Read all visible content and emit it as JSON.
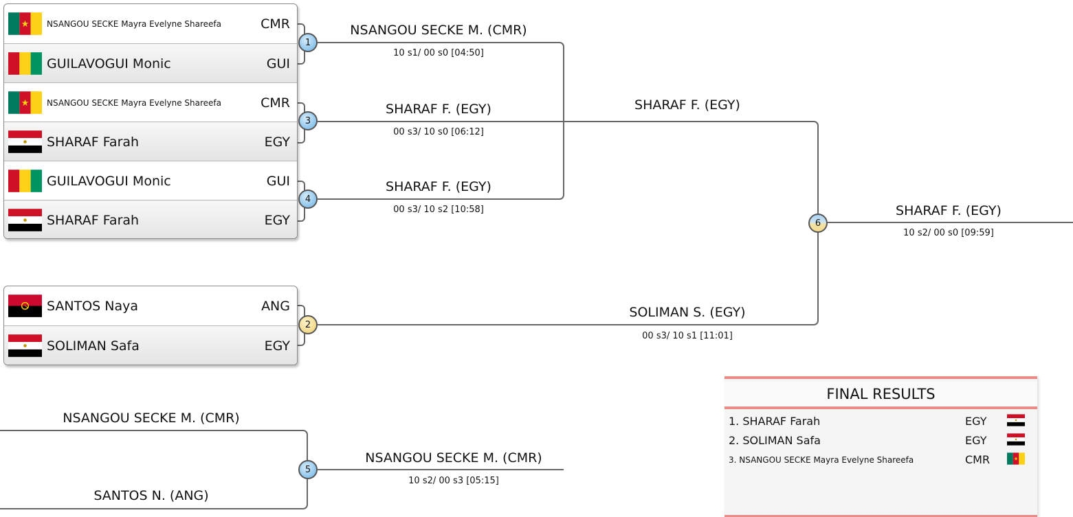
{
  "bracket": {
    "box1": [
      {
        "name": "NSANGOU SECKE Mayra Evelyne Shareefa",
        "code": "CMR",
        "flag": "cameroon-flag"
      },
      {
        "name": "GUILAVOGUI Monic",
        "code": "GUI",
        "flag": "guinea-flag"
      },
      {
        "name": "NSANGOU SECKE Mayra Evelyne Shareefa",
        "code": "CMR",
        "flag": "cameroon-flag"
      },
      {
        "name": "SHARAF Farah",
        "code": "EGY",
        "flag": "egypt-flag"
      },
      {
        "name": "GUILAVOGUI Monic",
        "code": "GUI",
        "flag": "guinea-flag"
      },
      {
        "name": "SHARAF Farah",
        "code": "EGY",
        "flag": "egypt-flag"
      }
    ],
    "box2": [
      {
        "name": "SANTOS Naya",
        "code": "ANG",
        "flag": "angola-flag"
      },
      {
        "name": "SOLIMAN Safa",
        "code": "EGY",
        "flag": "egypt-flag"
      }
    ],
    "matches": {
      "m1": {
        "num": "1",
        "winner": "NSANGOU SECKE M. (CMR)",
        "score": "10 s1/ 00 s0 [04:50]"
      },
      "m3": {
        "num": "3",
        "winner": "SHARAF F. (EGY)",
        "score": "00 s3/ 10 s0 [06:12]"
      },
      "m4": {
        "num": "4",
        "winner": "SHARAF F. (EGY)",
        "score": "00 s3/ 10 s2 [10:58]"
      },
      "m2": {
        "num": "2",
        "winner": "SOLIMAN S. (EGY)",
        "score": "00 s3/ 10 s1 [11:01]"
      },
      "pool": {
        "winner": "SHARAF F. (EGY)"
      },
      "m6": {
        "num": "6",
        "winner": "SHARAF F. (EGY)",
        "score": "10 s2/ 00 s0 [09:59]"
      },
      "m5": {
        "num": "5",
        "top": "NSANGOU SECKE M. (CMR)",
        "bottom": "SANTOS N. (ANG)",
        "winner": "NSANGOU SECKE M. (CMR)",
        "score": "10 s2/ 00 s3 [05:15]"
      }
    }
  },
  "final_results": {
    "title": "FINAL RESULTS",
    "rows": [
      {
        "label": "1. SHARAF Farah",
        "code": "EGY",
        "flag": "egypt-flag"
      },
      {
        "label": "2. SOLIMAN Safa",
        "code": "EGY",
        "flag": "egypt-flag"
      },
      {
        "label": "3. NSANGOU SECKE Mayra Evelyne Shareefa",
        "code": "CMR",
        "flag": "cameroon-flag"
      }
    ]
  }
}
